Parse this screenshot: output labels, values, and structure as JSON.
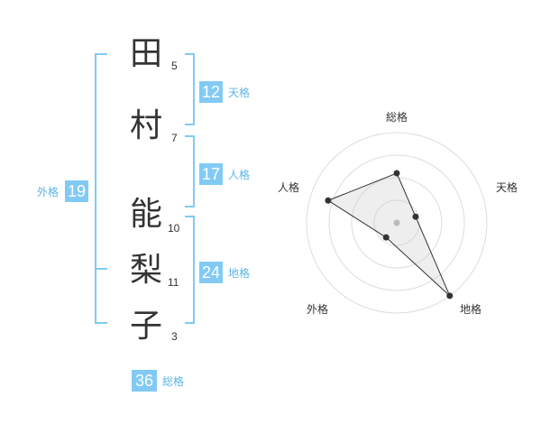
{
  "colors": {
    "accent": "#82caf5",
    "badge_text": "#ffffff",
    "label": "#5bb5e8",
    "text": "#333333"
  },
  "name": {
    "characters": [
      {
        "char": "田",
        "strokes": "5"
      },
      {
        "char": "村",
        "strokes": "7"
      },
      {
        "char": "能",
        "strokes": "10"
      },
      {
        "char": "梨",
        "strokes": "11"
      },
      {
        "char": "子",
        "strokes": "3"
      }
    ]
  },
  "fortune": {
    "tenkaku": {
      "value": "12",
      "label": "天格"
    },
    "jinkaku": {
      "value": "17",
      "label": "人格"
    },
    "chikaku": {
      "value": "24",
      "label": "地格"
    },
    "gaikaku": {
      "value": "19",
      "label": "外格"
    },
    "soukaku": {
      "value": "36",
      "label": "総格"
    }
  },
  "radar": {
    "axes": [
      {
        "label": "総格",
        "score": 0.55
      },
      {
        "label": "天格",
        "score": 0.22
      },
      {
        "label": "地格",
        "score": 1.0
      },
      {
        "label": "外格",
        "score": 0.2
      },
      {
        "label": "人格",
        "score": 0.8
      }
    ],
    "rings": 4
  }
}
